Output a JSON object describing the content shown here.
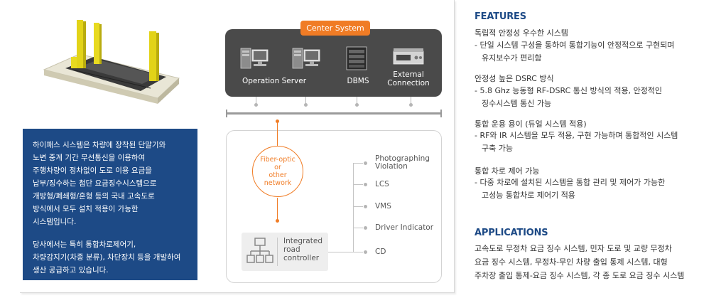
{
  "description": {
    "para1": [
      "하이패스 시스템은 차량에 장착된 단말기와",
      "노변 중계 기간 무선통신을 이용하여",
      "주행차량이 정차없이 도로 이용 요금을",
      "납부/징수하는 첨단 요금징수시스템으로",
      "개방형/폐쇄형/혼형 등의 국내 고속도로",
      "방식에서 모두 설치 적용이 가능한",
      "시스템입니다."
    ],
    "para2": [
      "당사에서는 특히 통합차로제어기,",
      "차량감지기(차종 분류), 차단장치 등을 개발하여",
      "생산 공급하고 있습니다."
    ]
  },
  "diagram": {
    "center_system": "Center System",
    "operation_server": "Operation Server",
    "dbms": "DBMS",
    "external_connection": [
      "External",
      "Connection"
    ],
    "fiber": [
      "Fiber-optic",
      "or",
      "other",
      "network"
    ],
    "integrated_controller": [
      "Integrated",
      "road",
      "controller"
    ],
    "branches": [
      [
        "Photographing",
        "Violation"
      ],
      [
        "LCS"
      ],
      [
        "VMS"
      ],
      [
        "Driver Indicator"
      ],
      [
        "CD"
      ]
    ],
    "icons": {
      "server": "server-tower-icon",
      "dbms": "database-rack-icon",
      "external": "network-device-icon",
      "controller": "hierarchy-network-icon"
    },
    "colors": {
      "accent": "#f07c25",
      "system_box": "#4a4a4a",
      "brand_blue": "#1d4a86"
    }
  },
  "features": {
    "title": "FEATURES",
    "items": [
      {
        "head": "독립적 안정성 우수한 시스템",
        "body": [
          "- 단일 시스템 구성을 통하여 통합기능이 안정적으로 구현되며",
          "   유지보수가 편리함"
        ]
      },
      {
        "head": "안정성 높은 DSRC 방식",
        "body": [
          "- 5.8 Ghz 능동형 RF-DSRC 통신 방식의 적용, 안정적인",
          "   징수시스템 통신 가능"
        ]
      },
      {
        "head": "통합 운용 용이 (듀얼 시스템 적용)",
        "body": [
          "- RF와 IR 시스템을 모두 적용, 구현 가능하며 통합적인 시스템",
          "   구축 가능"
        ]
      },
      {
        "head": "통합 차로 제어 가능",
        "body": [
          "- 다중 차로에 설치된 시스템을 통합 관리 및 제어가 가능한",
          "   고성능 통합차로 제어기 적용"
        ]
      }
    ]
  },
  "applications": {
    "title": "APPLICATIONS",
    "lines": [
      "고속도로 무정차 요금 징수 시스템, 민자 도로 및 교량 무정차",
      "요금 징수 시스템, 무정차-무인 차량 출입 통제 시스템, 대형",
      "주차장 출입 통제-요금 징수 시스템, 각 종 도로 요금 징수 시스템"
    ]
  }
}
